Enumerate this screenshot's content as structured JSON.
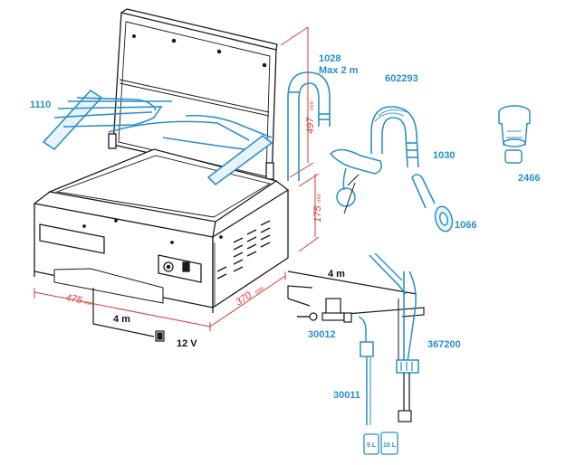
{
  "part_labels": {
    "p1028": "1028",
    "max": "Max 2 m",
    "p602293": "602293",
    "p1110": "1110",
    "p2466": "2466",
    "p1030": "1030",
    "p1066": "1066",
    "p30012": "30012",
    "p367200": "367200",
    "p30011": "30011"
  },
  "dimensions": {
    "height_lid": "497",
    "height_body": "175",
    "width": "475",
    "depth": "370",
    "unit": "mm"
  },
  "cable_labels": {
    "power_cable": "4 m",
    "hose_length": "4 m",
    "voltage": "12 V"
  },
  "containers": {
    "small": "5 L",
    "large": "10 L"
  },
  "colors": {
    "accent_blue": "#2a8fc9",
    "dimension_red": "#d93838",
    "outline": "#1a1a1a"
  }
}
